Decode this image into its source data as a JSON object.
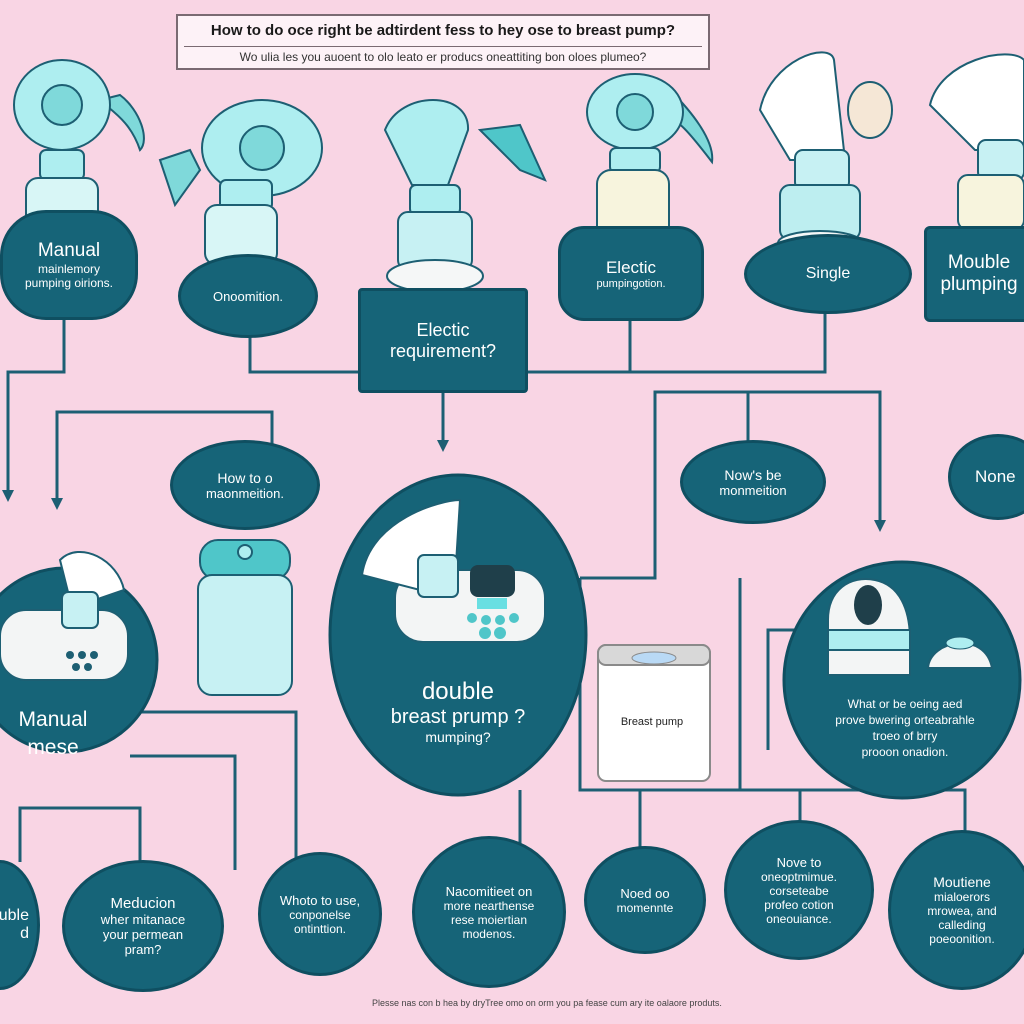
{
  "title": {
    "line1": "How to do oce right be adtirdent fess to hey ose to breast pump?",
    "line2": "Wo ulia les you auoent to olo leato er producs oneattiting bon oloes plumeo?"
  },
  "nodes": {
    "manual_top": [
      "Manual",
      "mainlemory",
      "pumping oirions."
    ],
    "onoomition": [
      "Onoomition."
    ],
    "electic_requirement": [
      "Electic",
      "requirement?"
    ],
    "electric_pumping": [
      "Electic",
      "pumpingotion."
    ],
    "single": [
      "Single"
    ],
    "mouble": [
      "Mouble",
      "plumping"
    ],
    "how_to_do": [
      "How to o",
      "maonmeition."
    ],
    "nows_be": [
      "Now's be",
      "monmeition"
    ],
    "none": [
      "None"
    ],
    "manual_mese": [
      "Manual",
      "mese"
    ],
    "double_breast": [
      "double",
      "breast prump ?",
      "mumping?"
    ],
    "what_be_doing": [
      "What or be oeing aed",
      "prove bwering orteabrahle",
      "troeo of brry",
      "prooon onadion."
    ],
    "bottom_left_partial": [
      "uble",
      "d"
    ],
    "meducion": [
      "Meducion",
      "wher mitanace",
      "your permean",
      "pram?"
    ],
    "whoto_use": [
      "Whoto to use,",
      "conponelse",
      "ontinttion."
    ],
    "nacomitieet": [
      "Nacomitieet on",
      "more nearthense",
      "rese moiertian",
      "modenos."
    ],
    "noed_oo": [
      "Noed oo",
      "momennte"
    ],
    "nove_to": [
      "Nove to",
      "oneoptmimue.",
      "corseteabe",
      "profeo cotion",
      "oneouiance."
    ],
    "moutiene": [
      "Moutiene",
      "mialoerors",
      "mrowea, and",
      "calleding",
      "poeoonition."
    ]
  },
  "bag_label": "Breast pump",
  "footer": "Plesse nas con b hea by dryTree omo on orm you pa fease cum ary ite oalaore produts.",
  "colors": {
    "background": "#f9d5e4",
    "node_fill": "#166478",
    "connector": "#1d5f73",
    "pump_light": "#aeeef0",
    "pump_accent": "#4fc6c9"
  }
}
